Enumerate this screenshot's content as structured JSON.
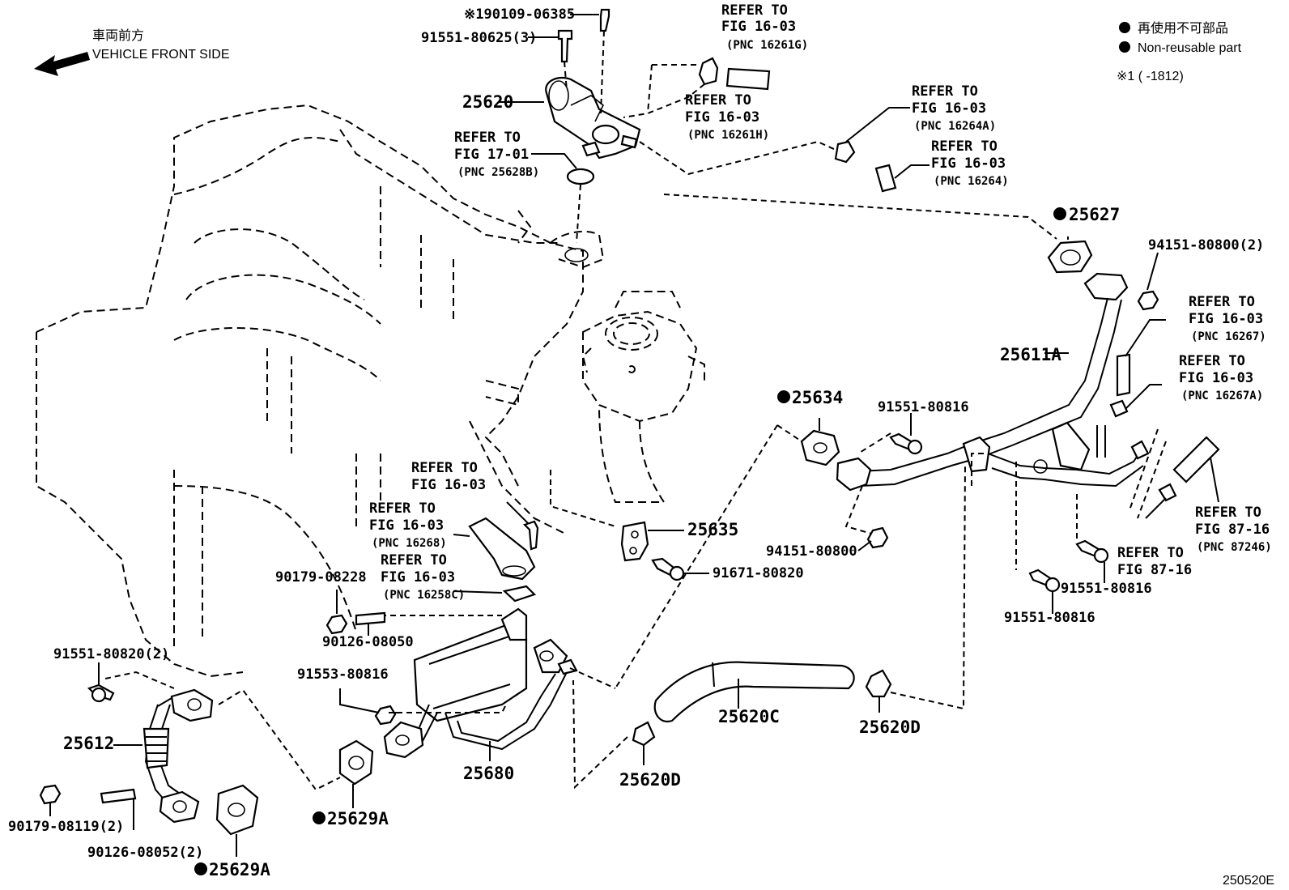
{
  "orientation": {
    "jp": "車両前方",
    "en": "VEHICLE FRONT SIDE"
  },
  "legend": {
    "jp": "再使用不可部品",
    "en": "Non-reusable part",
    "note": "※1 (     -1812)"
  },
  "figure_code": "250520E",
  "labels": {
    "p190109": "※190109-06385",
    "p9155180625": "91551-80625(3)",
    "p25620": "25620",
    "p25627": "25627",
    "p9415180800_2": "94151-80800(2)",
    "p25611a": "25611A",
    "p25634": "25634",
    "p9155180816_a": "91551-80816",
    "p25635": "25635",
    "p9415180800": "94151-80800",
    "p9167180820": "91671-80820",
    "p9017908228": "90179-08228",
    "p9012608050": "90126-08050",
    "p9155180820_2": "91551-80820(2)",
    "p9155380816": "91553-80816",
    "p25612": "25612",
    "p25680": "25680",
    "p25620c": "25620C",
    "p25620d_a": "25620D",
    "p25620d_b": "25620D",
    "p25629a_a": "25629A",
    "p25629a_b": "25629A",
    "p9017908119_2": "90179-08119(2)",
    "p9012608052_2": "90126-08052(2)",
    "p9155180816_b": "91551-80816",
    "p9155180816_c": "91551-80816"
  },
  "refs": {
    "r1": {
      "l1": "REFER TO",
      "l2": "FIG 16-03",
      "pnc": "(PNC 16261G)"
    },
    "r2": {
      "l1": "REFER TO",
      "l2": "FIG 16-03",
      "pnc": "(PNC 16261H)"
    },
    "r3": {
      "l1": "REFER TO",
      "l2": "FIG 17-01",
      "pnc": "(PNC 25628B)"
    },
    "r4": {
      "l1": "REFER TO",
      "l2": "FIG 16-03",
      "pnc": "(PNC 16264A)"
    },
    "r5": {
      "l1": "REFER TO",
      "l2": "FIG 16-03",
      "pnc": "(PNC 16264)"
    },
    "r6": {
      "l1": "REFER TO",
      "l2": "FIG 16-03",
      "pnc": "(PNC 16267)"
    },
    "r7": {
      "l1": "REFER TO",
      "l2": "FIG 16-03",
      "pnc": "(PNC 16267A)"
    },
    "r8": {
      "l1": "REFER TO",
      "l2": "FIG 16-03"
    },
    "r9": {
      "l1": "REFER TO",
      "l2": "FIG 16-03",
      "pnc": "(PNC 16268)"
    },
    "r10": {
      "l1": "REFER TO",
      "l2": "FIG 16-03",
      "pnc": "(PNC 16258C)"
    },
    "r11": {
      "l1": "REFER TO",
      "l2": "FIG 87-16",
      "pnc": "(PNC 87246)"
    },
    "r12": {
      "l1": "REFER TO",
      "l2": "FIG 87-16"
    }
  }
}
